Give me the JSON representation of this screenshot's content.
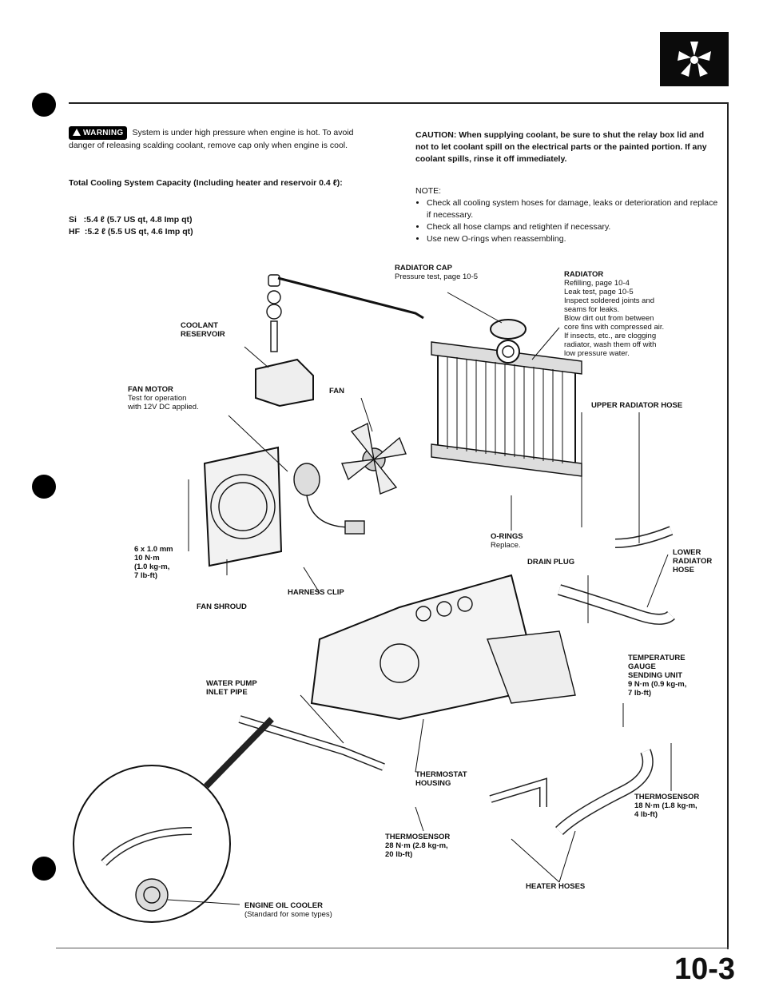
{
  "warning": {
    "badge": "WARNING",
    "text": "System is under high pressure when engine is hot. To avoid danger of releasing scalding coolant, remove cap only when engine is cool."
  },
  "capacity": {
    "title": "Total Cooling System Capacity (Including heater and reservoir 0.4 ℓ):",
    "si": "Si   :5.4 ℓ (5.7 US qt, 4.8 Imp qt)",
    "hf": "HF  :5.2 ℓ (5.5 US qt, 4.6 Imp qt)"
  },
  "caution": "CAUTION: When supplying coolant, be sure to shut the relay box lid and not to let coolant spill on the electrical parts or the painted portion. If any coolant spills, rinse it off immediately.",
  "note": {
    "title": "NOTE:",
    "items": [
      "Check all cooling system hoses for damage, leaks or deterioration and replace if necessary.",
      "Check all hose clamps and retighten if necessary.",
      "Use new O-rings when reassembling."
    ]
  },
  "labels": {
    "radiator_cap": "RADIATOR CAP",
    "radiator_cap_sub": "Pressure test, page 10-5",
    "radiator": "RADIATOR",
    "radiator_sub": [
      "Refilling, page 10-4",
      "Leak test, page 10-5",
      "Inspect soldered joints and",
      "seams for leaks.",
      "Blow dirt out from between",
      "core fins with compressed air.",
      "If insects, etc., are clogging",
      "radiator, wash them off with",
      "low pressure water."
    ],
    "coolant_reservoir": [
      "COOLANT",
      "RESERVOIR"
    ],
    "fan_motor": "FAN MOTOR",
    "fan_motor_sub": [
      "Test for operation",
      "with 12V DC applied."
    ],
    "fan": "FAN",
    "upper_radiator_hose": "UPPER RADIATOR HOSE",
    "o_rings": "O-RINGS",
    "o_rings_sub": "Replace.",
    "torque_6x1": [
      "6 x 1.0 mm",
      "10 N·m",
      "(1.0 kg-m,",
      "7 lb-ft)"
    ],
    "drain_plug": "DRAIN PLUG",
    "lower_radiator_hose": [
      "LOWER",
      "RADIATOR",
      "HOSE"
    ],
    "harness_clip": "HARNESS CLIP",
    "fan_shroud": "FAN SHROUD",
    "temp_gauge": [
      "TEMPERATURE",
      "GAUGE",
      "SENDING UNIT",
      "9 N·m (0.9 kg-m,",
      "7 lb-ft)"
    ],
    "water_pump_inlet": [
      "WATER PUMP",
      "INLET PIPE"
    ],
    "thermostat_housing": [
      "THERMOSTAT",
      "HOUSING"
    ],
    "thermosensor_right": [
      "THERMOSENSOR",
      "18 N·m (1.8 kg-m,",
      "4 lb-ft)"
    ],
    "thermosensor_bottom": [
      "THERMOSENSOR",
      "28 N·m (2.8 kg-m,",
      "20 lb-ft)"
    ],
    "heater_hoses": "HEATER HOSES",
    "oil_cooler": "ENGINE OIL COOLER",
    "oil_cooler_sub": "(Standard for some types)"
  },
  "page_number": "10-3"
}
